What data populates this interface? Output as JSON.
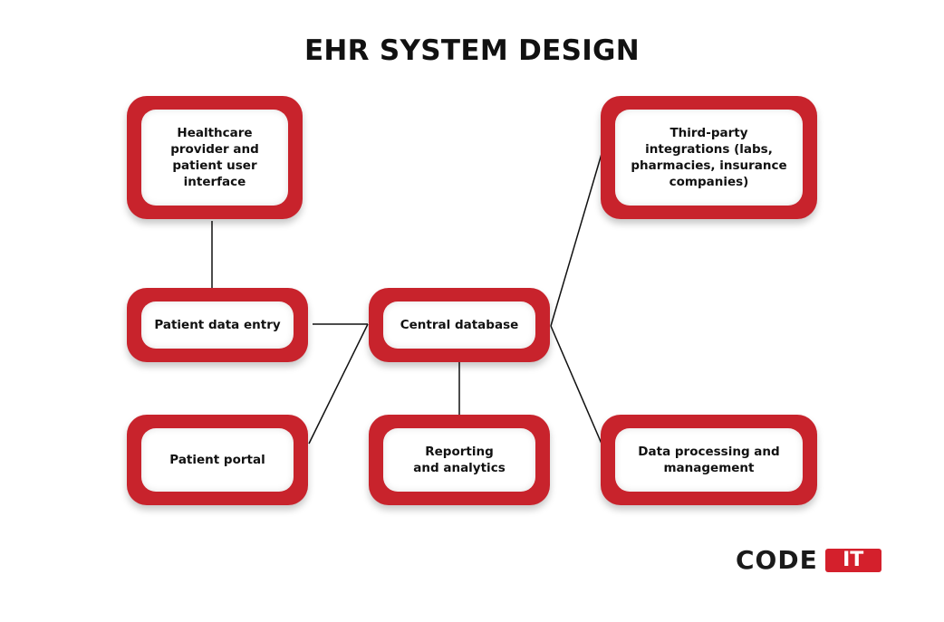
{
  "title": "EHR SYSTEM DESIGN",
  "colors": {
    "node_border": "#c8232c",
    "node_fill": "#ffffff",
    "connector": "#111111",
    "logo_accent": "#d4202c"
  },
  "nodes": {
    "ui": "Healthcare\nprovider and\npatient user\ninterface",
    "data_entry": "Patient data entry",
    "portal": "Patient portal",
    "central_db": "Central database",
    "reporting": "Reporting\nand analytics",
    "third_party": "Third-party\nintegrations (labs,\npharmacies, insurance\ncompanies)",
    "processing": "Data processing and\nmanagement"
  },
  "connections": [
    [
      "ui",
      "data_entry"
    ],
    [
      "data_entry",
      "central_db"
    ],
    [
      "portal",
      "central_db"
    ],
    [
      "central_db",
      "reporting"
    ],
    [
      "central_db",
      "third_party"
    ],
    [
      "central_db",
      "processing"
    ]
  ],
  "logo": {
    "text": "CODE",
    "badge": "IT"
  }
}
